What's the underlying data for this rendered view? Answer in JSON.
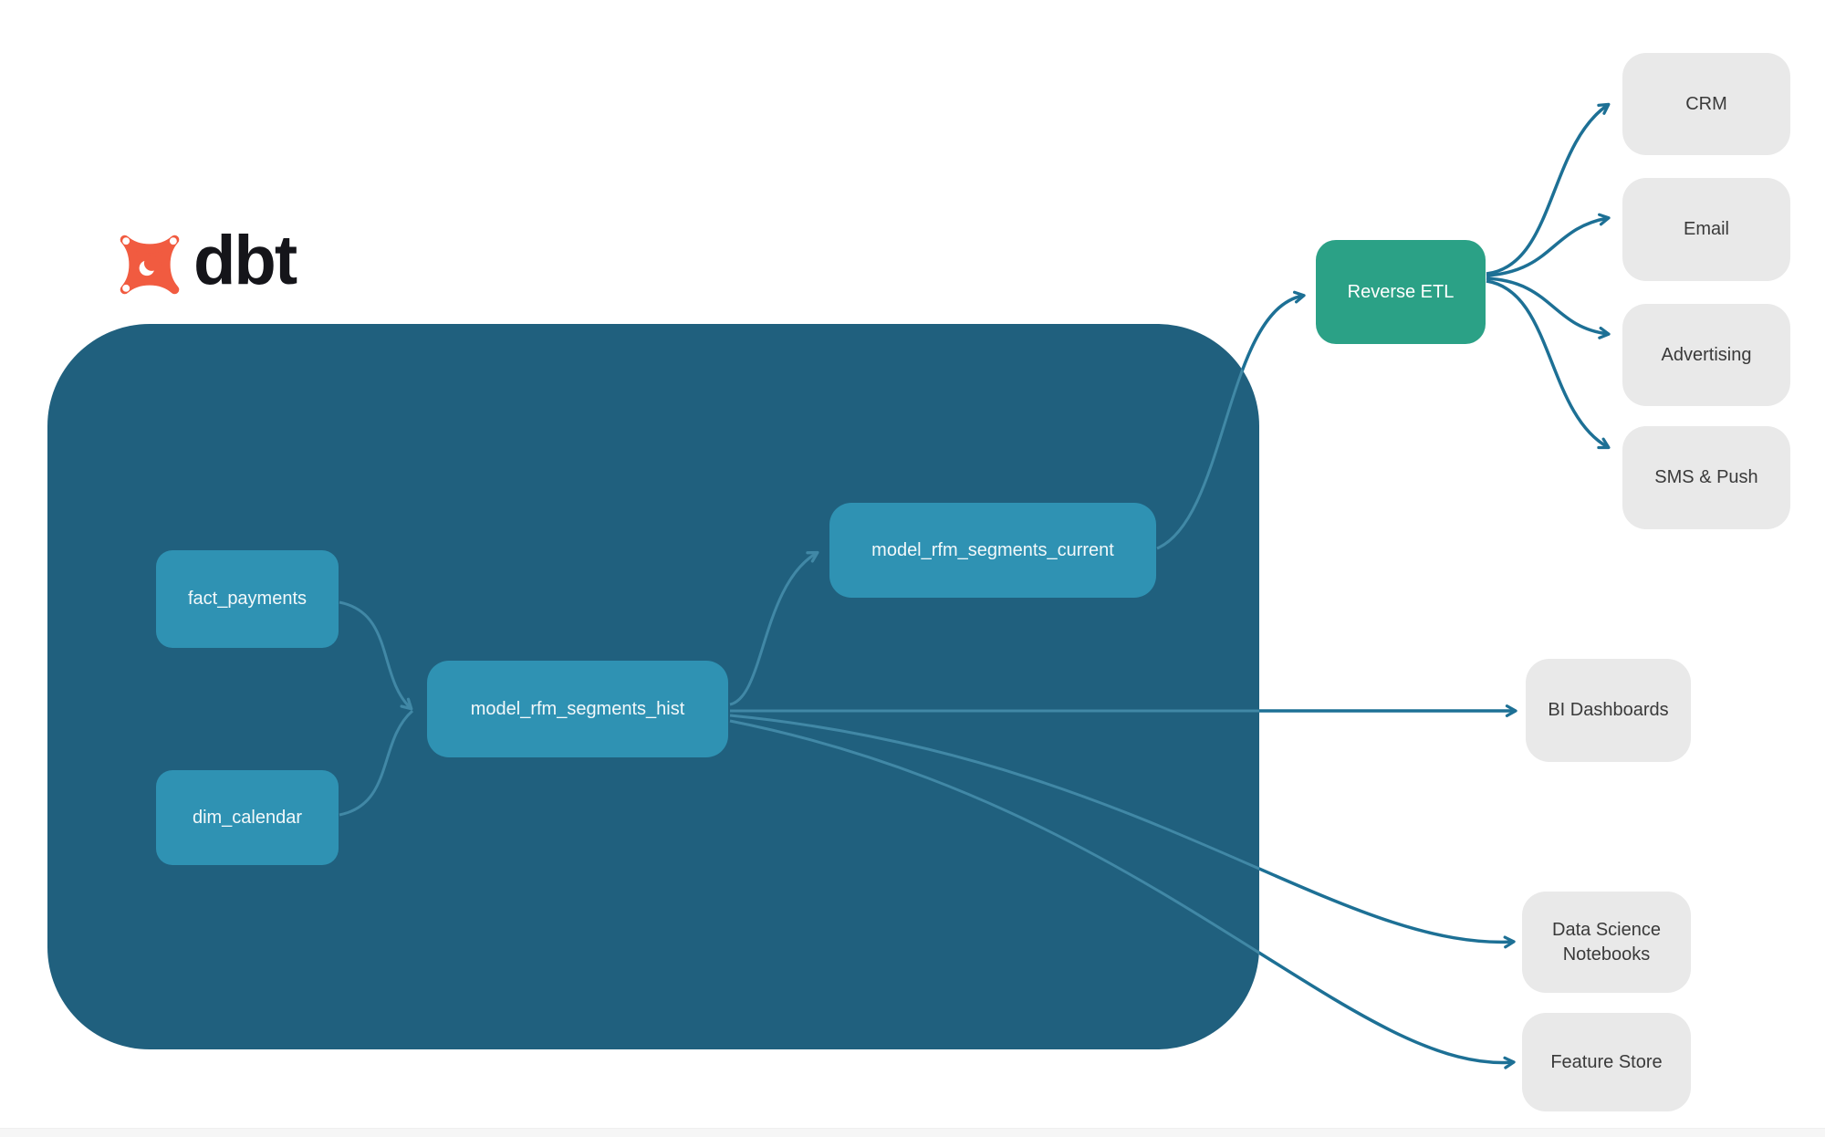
{
  "logo": {
    "text": "dbt",
    "icon": "dbt-star-icon",
    "brand_color": "#f15b40"
  },
  "pipeline": {
    "container_color": "#20607e",
    "node_color": "#2f92b3",
    "nodes": [
      {
        "id": "fact_payments",
        "label": "fact_payments"
      },
      {
        "id": "dim_calendar",
        "label": "dim_calendar"
      },
      {
        "id": "model_rfm_segments_hist",
        "label": "model_rfm_segments_hist"
      },
      {
        "id": "model_rfm_segments_current",
        "label": "model_rfm_segments_current"
      }
    ]
  },
  "reverse_etl": {
    "label": "Reverse ETL",
    "color": "#2ba186"
  },
  "destinations": {
    "box_color": "#e9e9e9",
    "activation": [
      {
        "label": "CRM"
      },
      {
        "label": "Email"
      },
      {
        "label": "Advertising"
      },
      {
        "label": "SMS & Push"
      }
    ],
    "analytics": [
      {
        "label": "BI Dashboards"
      },
      {
        "label": "Data Science Notebooks"
      },
      {
        "label": "Feature Store"
      }
    ]
  },
  "edges": {
    "arrow_color": "#1d7095",
    "inner_arrow_color": "#4a93b0",
    "links": [
      "fact_payments -> model_rfm_segments_hist",
      "dim_calendar -> model_rfm_segments_hist",
      "model_rfm_segments_hist -> model_rfm_segments_current",
      "model_rfm_segments_current -> Reverse ETL",
      "Reverse ETL -> CRM",
      "Reverse ETL -> Email",
      "Reverse ETL -> Advertising",
      "Reverse ETL -> SMS & Push",
      "model_rfm_segments_hist -> BI Dashboards",
      "model_rfm_segments_hist -> Data Science Notebooks",
      "model_rfm_segments_hist -> Feature Store"
    ]
  }
}
